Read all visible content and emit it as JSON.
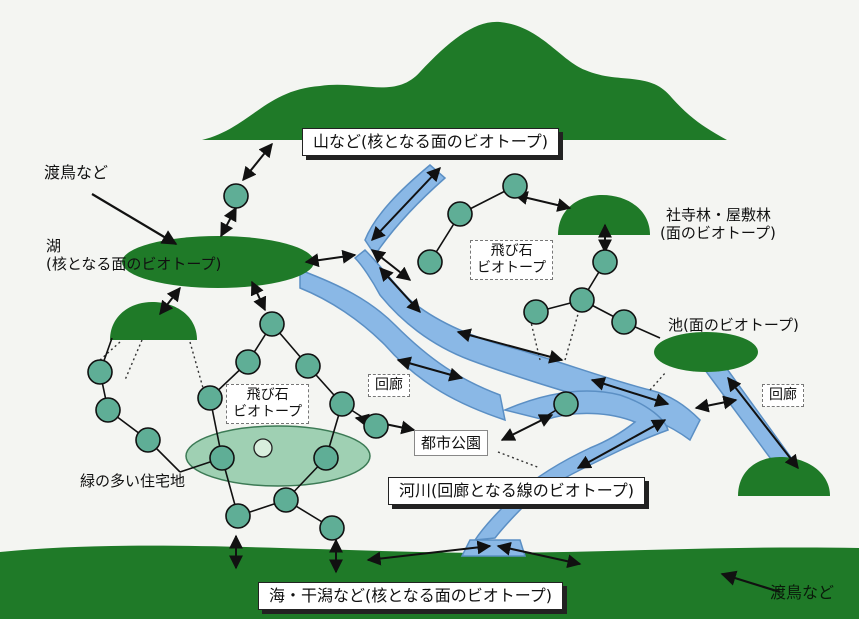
{
  "labels": {
    "mountain": "山など(核となる面のビオトープ)",
    "migratory_top": "渡鳥など",
    "lake_1": "湖",
    "lake_2": "(核となる面のビオトープ)",
    "shrine_1": "社寺林・屋敷林",
    "shrine_2": "(面のビオトープ)",
    "stepping_right_1": "飛び石",
    "stepping_right_2": "ビオトープ",
    "stepping_left_1": "飛び石",
    "stepping_left_2": "ビオトープ",
    "corridor_mid": "回廊",
    "corridor_right": "回廊",
    "pond": "池(面のビオトープ)",
    "city_park": "都市公園",
    "residential": "緑の多い住宅地",
    "river": "河川(回廊となる線のビオトープ)",
    "sea": "海・干潟など(核となる面のビオトープ)",
    "migratory_bottom": "渡鳥など"
  },
  "colors": {
    "habitat_green": "#1f7a28",
    "water_blue": "#8ab8e6",
    "node_teal": "#5fae96",
    "residential_fill": "#9fd0b3",
    "arrow": "#111111"
  }
}
